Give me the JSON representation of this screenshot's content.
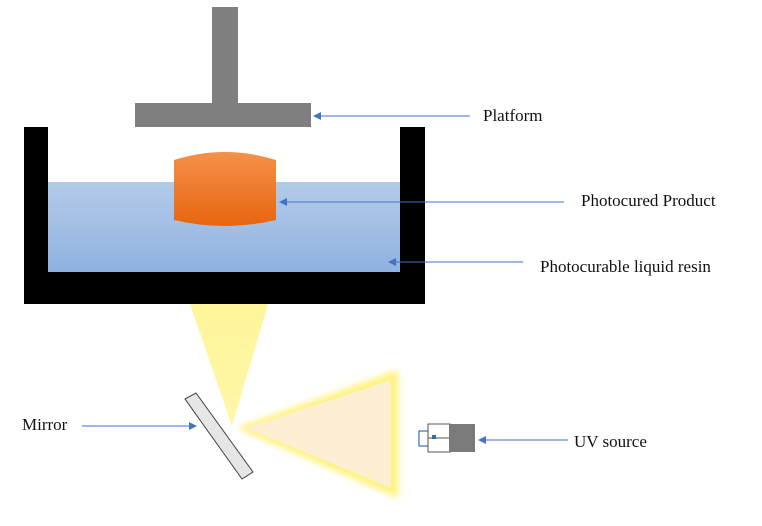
{
  "labels": {
    "platform": "Platform",
    "product": "Photocured Product",
    "resin": "Photocurable liquid resin",
    "mirror": "Mirror",
    "uv_source": "UV source"
  },
  "colors": {
    "platform": "#7f7f7f",
    "vat": "#000000",
    "resin_top": "#b3cbe9",
    "resin_bottom": "#90b2e0",
    "product_top": "#f4914a",
    "product_bottom": "#e8650f",
    "beam": "#fff59a",
    "beam_fill": "#fdefd2",
    "beam_glow": "#fff27a",
    "pointer": "#4472c4",
    "mirror_fill": "#e6e6e6",
    "mirror_stroke": "#404040",
    "uv_body": "#7a7a7a",
    "uv_lens": "#2e75b6"
  }
}
